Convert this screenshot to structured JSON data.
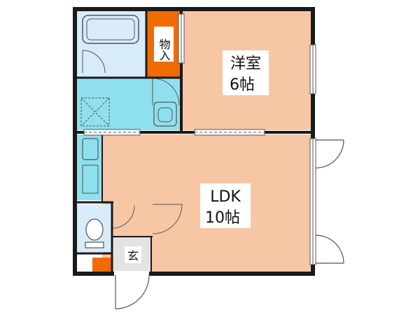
{
  "rooms": {
    "western_room": {
      "name": "洋室",
      "size": "6帖"
    },
    "ldk": {
      "name": "LDK",
      "size": "10帖"
    },
    "storage": {
      "name": "物入"
    },
    "entrance": {
      "name": "玄"
    }
  },
  "colors": {
    "wall": "#1a1a1a",
    "room_floor": "#f7c6a5",
    "wet_area": "#8fe0ee",
    "bath_area": "#d7ecf8",
    "storage": "#f06b00",
    "entrance_floor": "#e3e3e3",
    "label_bg": "#ffffff"
  }
}
